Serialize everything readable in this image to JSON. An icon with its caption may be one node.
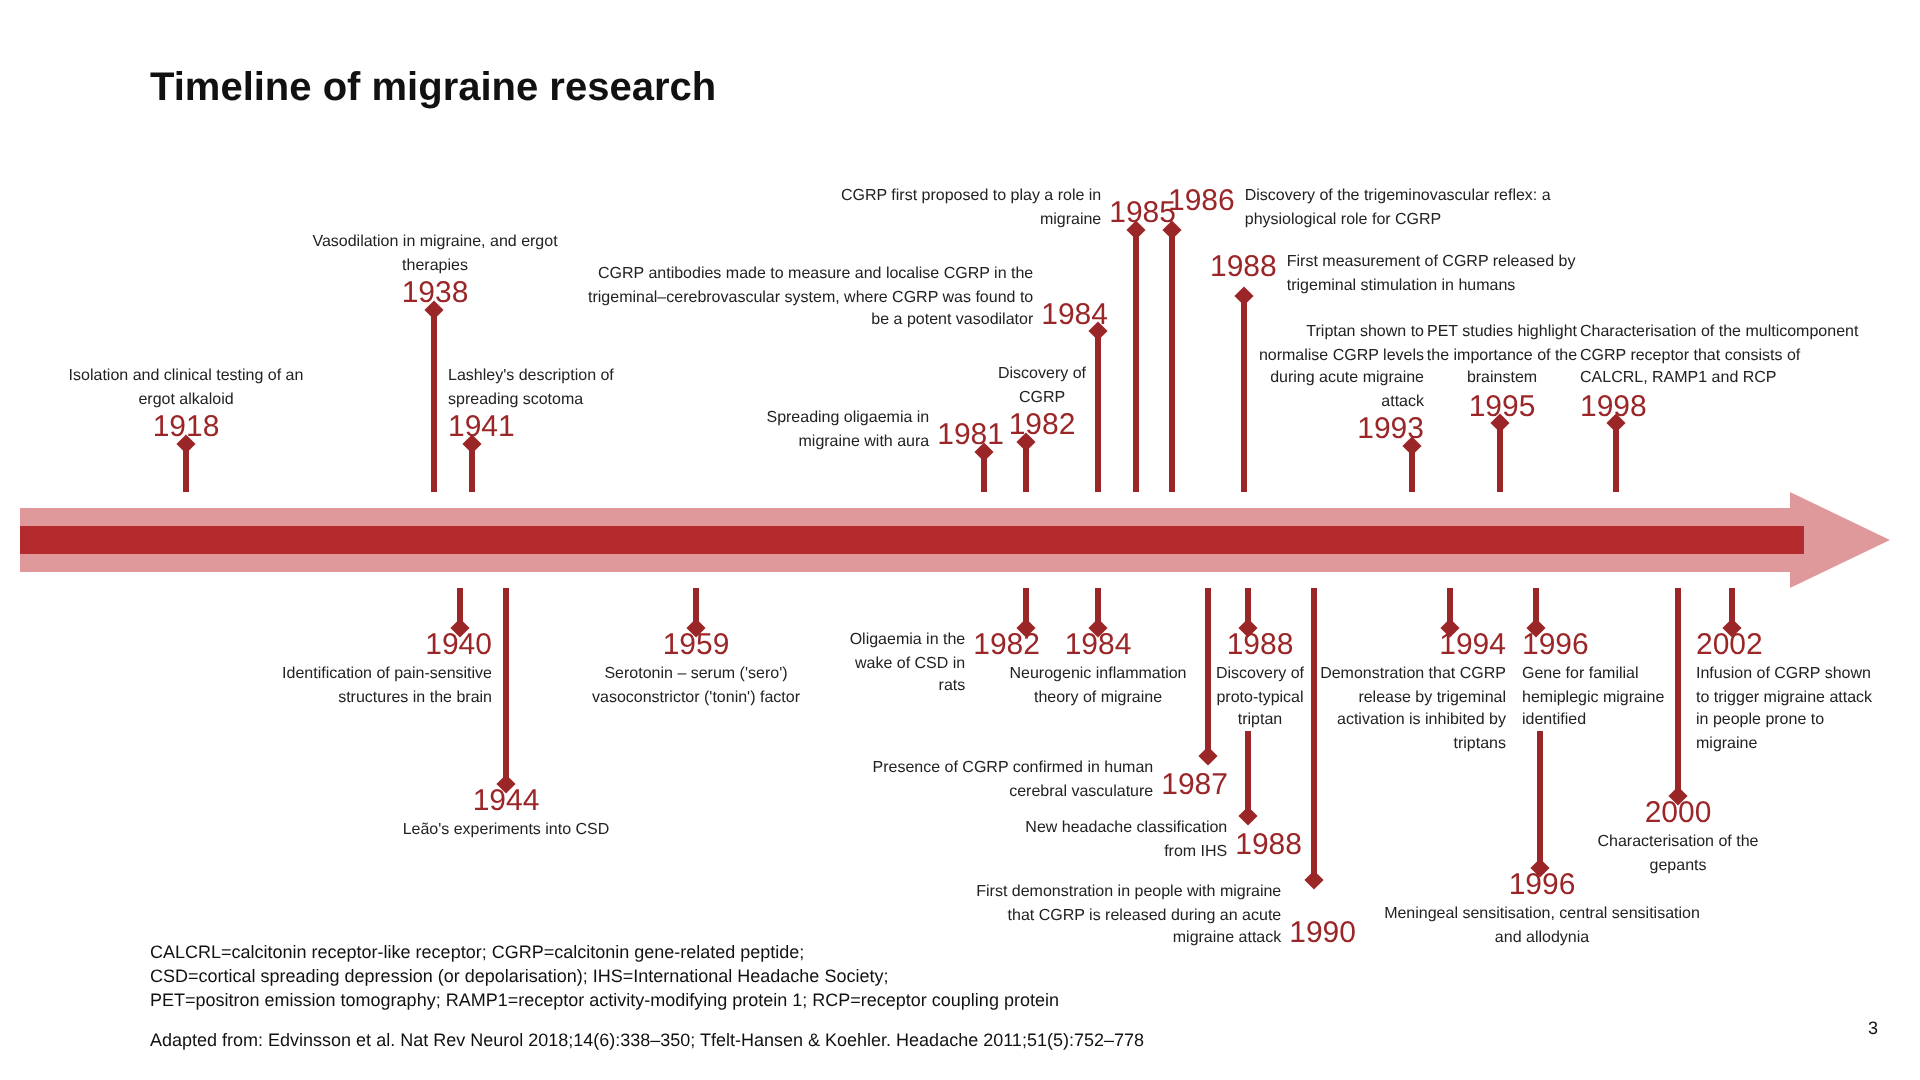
{
  "diagram": {
    "title": "Timeline of migraine research",
    "nodes": [
      {
        "text": [],
        "shape": "arrow"
      },
      {
        "text": [
          "Isolation and clinical testing of an ergot alkaloid",
          "1918"
        ]
      },
      {
        "text": [
          "Vasodilation in migraine, and ergot therapies",
          "1938"
        ]
      },
      {
        "text": [
          "Lashley's description of spreading scotoma",
          "1941"
        ]
      },
      {
        "text": [
          "Spreading oligaemia in migraine with aura",
          "1981"
        ]
      },
      {
        "text": [
          "Discovery of CGRP",
          "1982"
        ]
      },
      {
        "text": [
          "CGRP antibodies made to measure and localise CGRP in the trigeminal–cerebrovascular system, where CGRP was found to be a potent vasodilator",
          "1984"
        ]
      },
      {
        "text": [
          "CGRP first proposed to play a role in migraine",
          "1985"
        ]
      },
      {
        "text": [
          "1986",
          "Discovery of the trigeminovascular reflex: a physiological role for CGRP"
        ]
      },
      {
        "text": [
          "1988",
          "First measurement of CGRP released by trigeminal stimulation in humans"
        ]
      },
      {
        "text": [
          "Triptan shown to normalise CGRP levels during acute migraine attack",
          "1993"
        ]
      },
      {
        "text": [
          "PET studies highlight the importance of the brainstem",
          "1995"
        ]
      },
      {
        "text": [
          "Characterisation of the multicomponent CGRP receptor that consists of CALCRL, RAMP1 and RCP",
          "1998"
        ]
      },
      {
        "text": [
          "1940",
          "Identification of pain-sensitive structures in the brain"
        ]
      },
      {
        "text": [
          "1944",
          "Leão's experiments into CSD"
        ]
      },
      {
        "text": [
          "1959",
          "Serotonin – serum ('sero') vasoconstrictor ('tonin') factor"
        ]
      },
      {
        "text": [
          "Oligaemia in the wake of CSD in rats",
          "1982"
        ]
      },
      {
        "text": [
          "1984",
          "Neurogenic inflammation theory of migraine"
        ]
      },
      {
        "text": [
          "Presence of CGRP confirmed in human cerebral vasculature",
          "1987"
        ]
      },
      {
        "text": [
          "1988",
          "Discovery of proto-typical triptan"
        ]
      },
      {
        "text": [
          "New headache classification from IHS",
          "1988"
        ]
      },
      {
        "text": [
          "First demonstration in people with migraine that CGRP is released during an acute migraine attack",
          "1990"
        ]
      },
      {
        "text": [
          "1994",
          "Demonstration that CGRP release by trigeminal activation is inhibited by triptans"
        ]
      },
      {
        "text": [
          "1996",
          "Gene for familial hemiplegic migraine identified"
        ]
      },
      {
        "text": [
          "1996",
          "Meningeal sensitisation, central sensitisation and allodynia"
        ]
      },
      {
        "text": [
          "2000",
          "Characterisation of the gepants"
        ]
      },
      {
        "text": [
          "2002",
          "Infusion of CGRP shown to trigger migraine attack in people prone to migraine"
        ]
      }
    ],
    "edges": [
      {
        "from": 0,
        "to": 1,
        "arrow": "other"
      },
      {
        "from": 0,
        "to": 2,
        "arrow": "other"
      },
      {
        "from": 0,
        "to": 3,
        "arrow": "other"
      },
      {
        "from": 0,
        "to": 4,
        "arrow": "other"
      },
      {
        "from": 0,
        "to": 5,
        "arrow": "other"
      },
      {
        "from": 0,
        "to": 6,
        "arrow": "other"
      },
      {
        "from": 0,
        "to": 7,
        "arrow": "other"
      },
      {
        "from": 0,
        "to": 8,
        "arrow": "other"
      },
      {
        "from": 0,
        "to": 9,
        "arrow": "other"
      },
      {
        "from": 0,
        "to": 10,
        "arrow": "other"
      },
      {
        "from": 0,
        "to": 11,
        "arrow": "other"
      },
      {
        "from": 0,
        "to": 12,
        "arrow": "other"
      },
      {
        "from": 0,
        "to": 13,
        "arrow": "other"
      },
      {
        "from": 0,
        "to": 14,
        "arrow": "other"
      },
      {
        "from": 0,
        "to": 15,
        "arrow": "other"
      },
      {
        "from": 0,
        "to": 16,
        "arrow": "other"
      },
      {
        "from": 0,
        "to": 17,
        "arrow": "other"
      },
      {
        "from": 0,
        "to": 18,
        "arrow": "other"
      },
      {
        "from": 0,
        "to": 19,
        "arrow": "other"
      },
      {
        "from": 19,
        "to": 20,
        "arrow": "other"
      },
      {
        "from": 0,
        "to": 21,
        "arrow": "other"
      },
      {
        "from": 0,
        "to": 22,
        "arrow": "other"
      },
      {
        "from": 0,
        "to": 23,
        "arrow": "other"
      },
      {
        "from": 23,
        "to": 24,
        "arrow": "other"
      },
      {
        "from": 0,
        "to": 25,
        "arrow": "other"
      },
      {
        "from": 0,
        "to": 26,
        "arrow": "other"
      }
    ],
    "labels": [
      "CALCRL=calcitonin receptor-like receptor; CGRP=calcitonin gene-related peptide;",
      "CSD=cortical spreading depression (or depolarisation); IHS=International Headache Society;",
      "PET=positron emission tomography; RAMP1=receptor activity-modifying protein 1; RCP=receptor coupling protein",
      "Adapted from: Edvinsson et al. Nat Rev Neurol 2018;14(6):338–350; Tfelt-Hansen & Koehler. Headache 2011;51(5):752–778",
      "3"
    ]
  }
}
